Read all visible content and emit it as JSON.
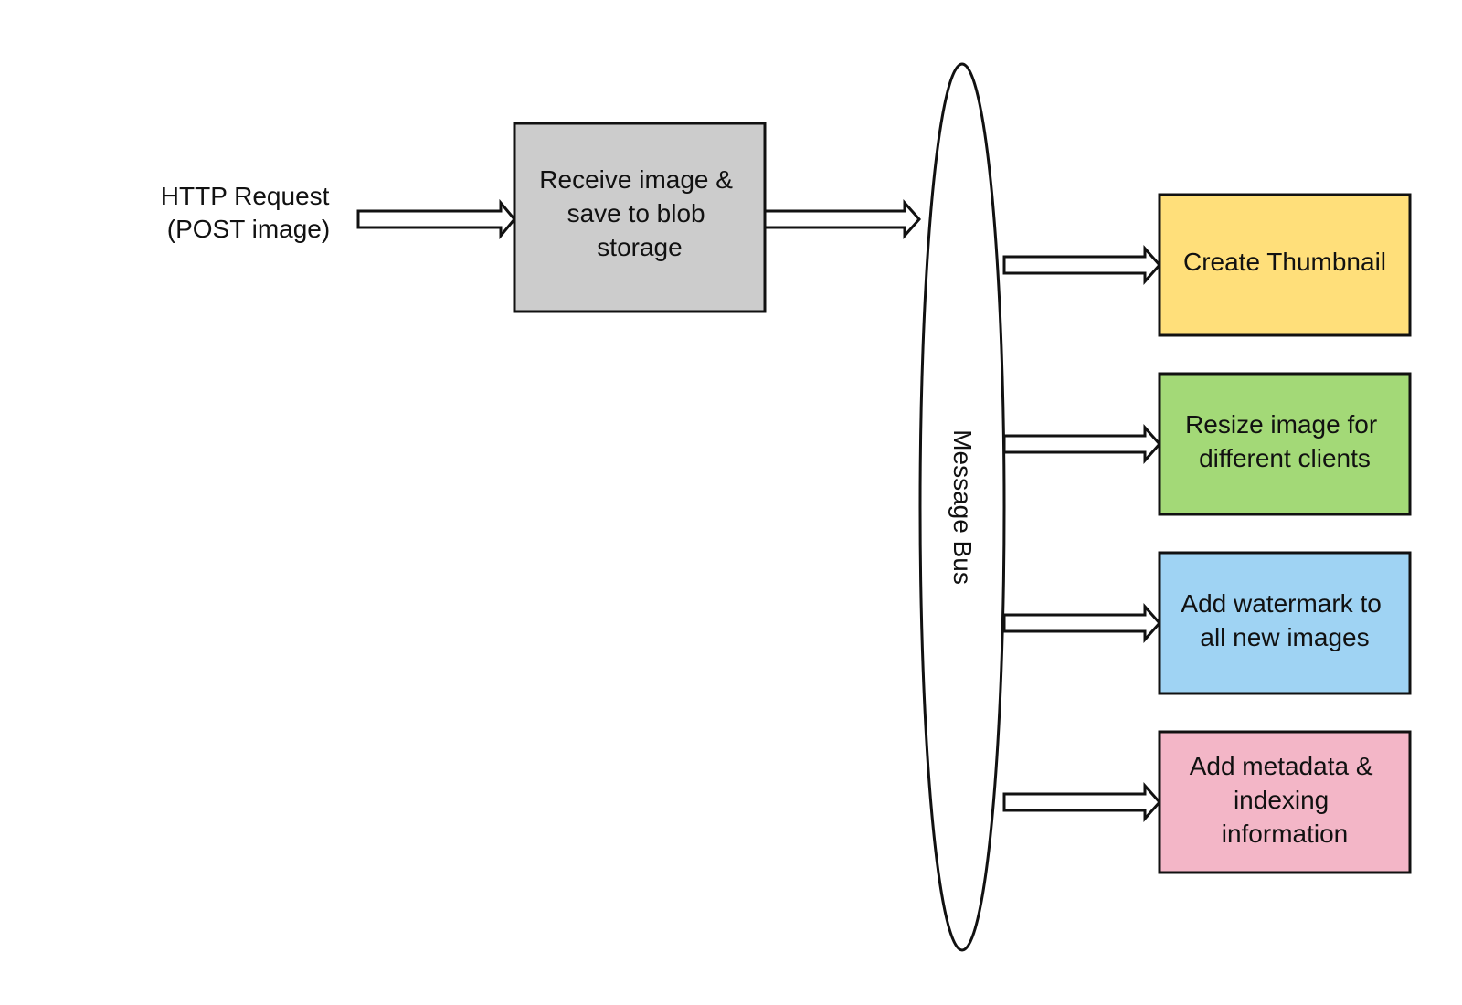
{
  "input_label": {
    "lines": [
      "HTTP Request",
      "(POST image)"
    ]
  },
  "receive_box": {
    "lines": [
      "Receive image &",
      "save to blob",
      "storage"
    ],
    "fill": "#cccccc"
  },
  "message_bus": {
    "label": "Message Bus"
  },
  "consumers": [
    {
      "id": "create-thumbnail",
      "lines": [
        "Create Thumbnail"
      ],
      "fill": "#ffdf7a"
    },
    {
      "id": "resize-image",
      "lines": [
        "Resize image for",
        "different clients"
      ],
      "fill": "#a3d977"
    },
    {
      "id": "add-watermark",
      "lines": [
        "Add watermark to",
        "all new images"
      ],
      "fill": "#9fd3f3"
    },
    {
      "id": "add-metadata",
      "lines": [
        "Add metadata &",
        "indexing",
        "information"
      ],
      "fill": "#f3b6c7"
    }
  ],
  "colors": {
    "stroke": "#111111",
    "arrow_fill": "#ffffff",
    "bus_fill": "#ffffff"
  }
}
